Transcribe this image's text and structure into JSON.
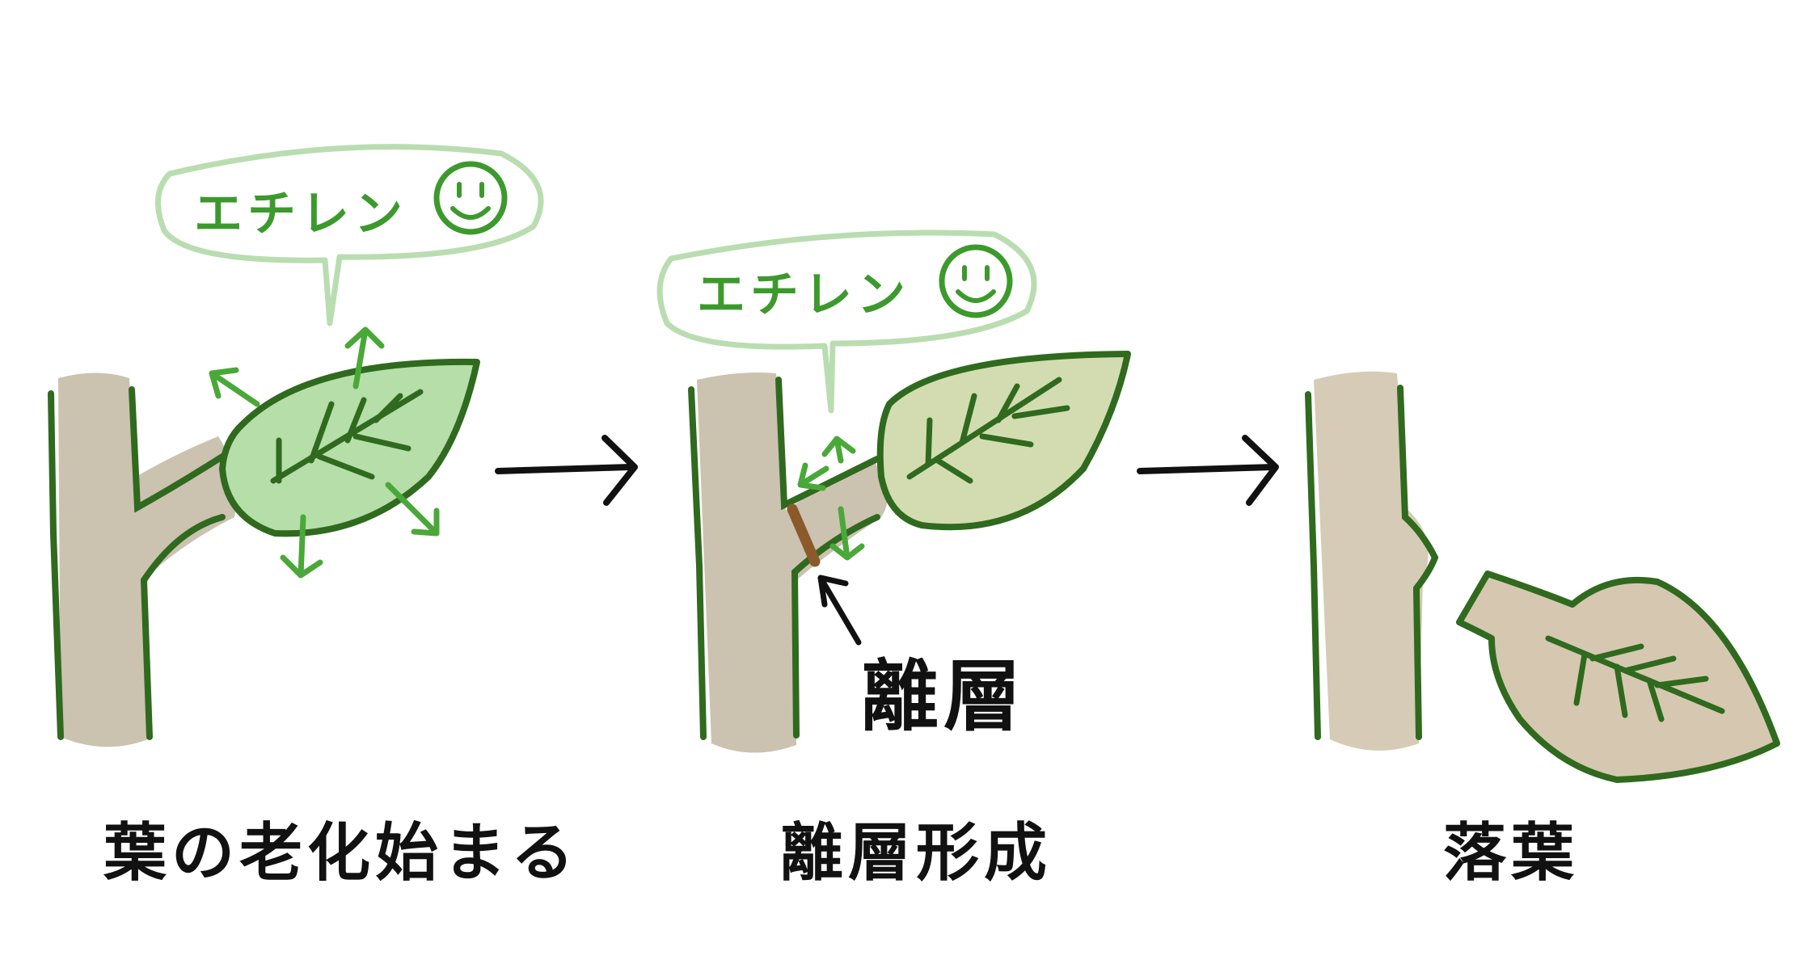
{
  "stages": [
    {
      "caption": "葉の老化始まる",
      "bubble_text": "エチレン",
      "bubble_icon": "smiley-face-icon"
    },
    {
      "caption": "離層形成",
      "bubble_text": "エチレン",
      "bubble_icon": "smiley-face-icon",
      "callout": "離層"
    },
    {
      "caption": "落葉"
    }
  ],
  "colors": {
    "stem_fill": "#cbc2b0",
    "stem_outline": "#2f6a1e",
    "leaf1_fill": "#b5dea8",
    "leaf2_fill": "#d3dcb0",
    "leaf3_fill": "#d6c8b0",
    "bubble_outline": "#b9ddb0",
    "ethylene_text": "#3c9a2c",
    "arrow_green": "#4aa838",
    "abscission_layer": "#8a5a2a",
    "ink": "#111111"
  }
}
